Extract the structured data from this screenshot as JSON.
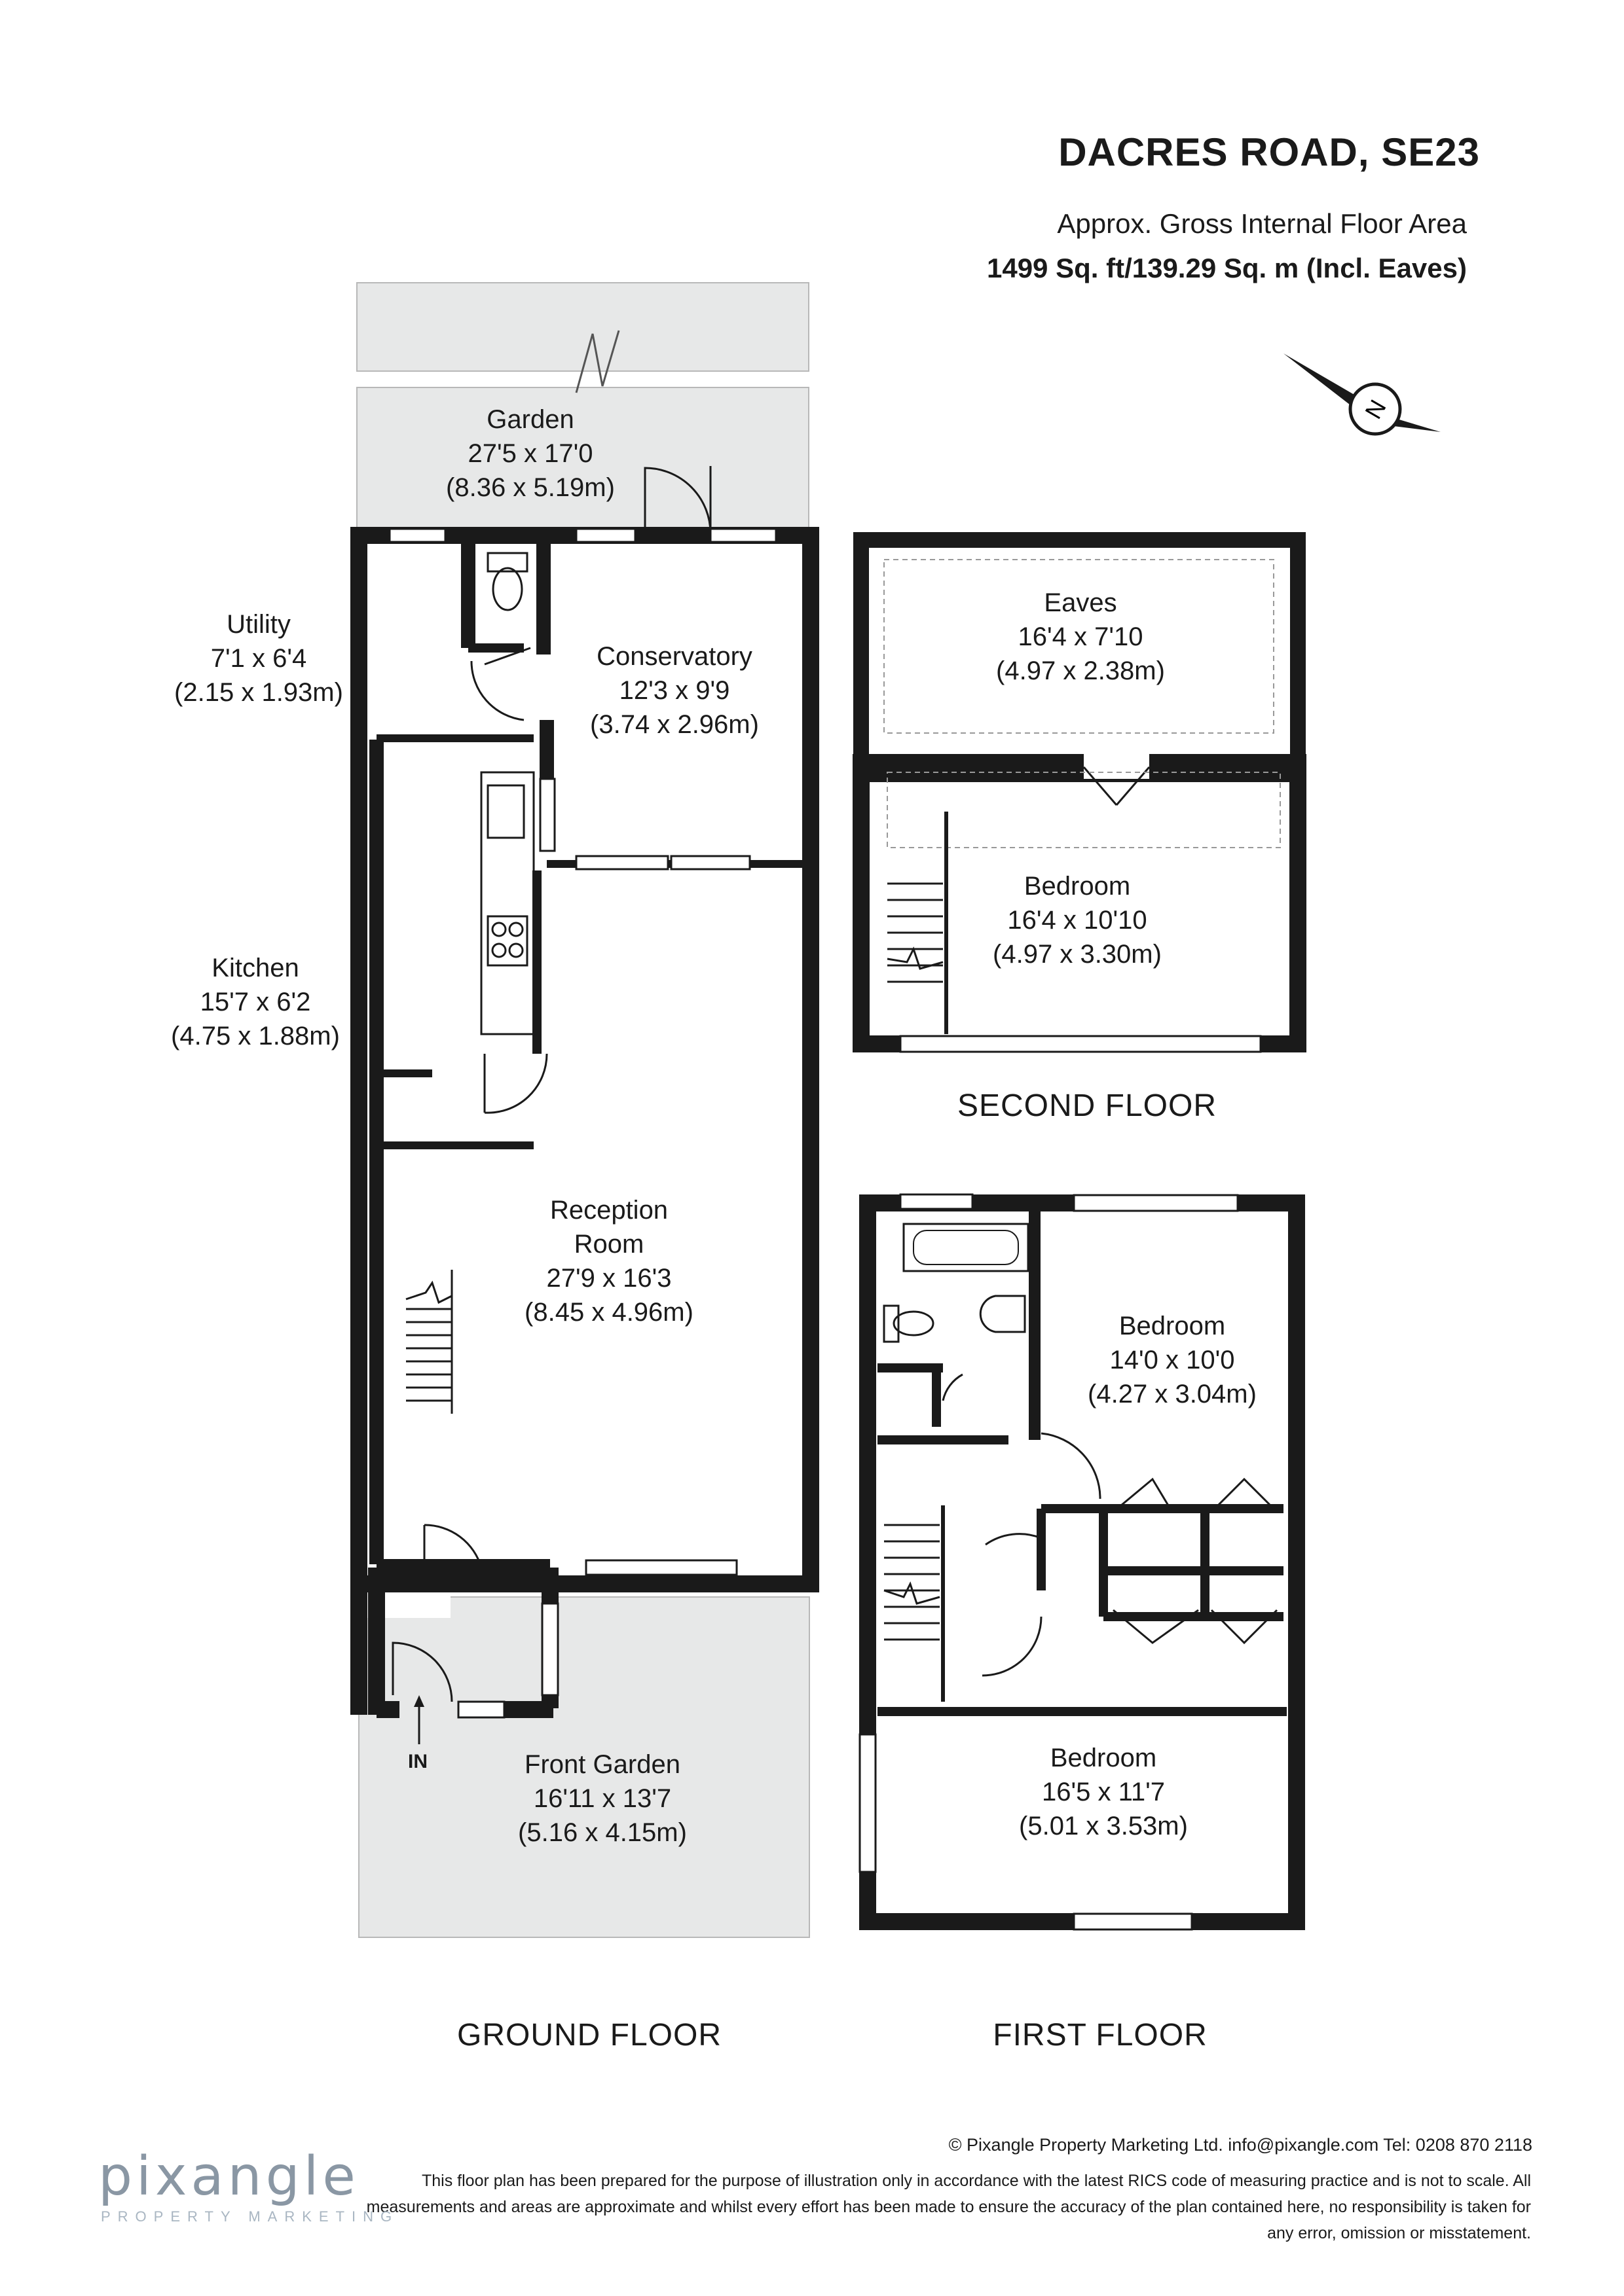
{
  "header": {
    "title": "DACRES ROAD, SE23",
    "area_caption": "Approx. Gross Internal Floor Area",
    "area_value": "1499 Sq. ft/139.29 Sq. m (Incl. Eaves)"
  },
  "compass": {
    "letter": "N"
  },
  "ground_floor": {
    "label": "GROUND FLOOR",
    "entrance": "IN",
    "rooms": {
      "garden": {
        "name": "Garden",
        "imperial": "27'5 x 17'0",
        "metric": "(8.36 x 5.19m)"
      },
      "utility": {
        "name": "Utility",
        "imperial": "7'1 x 6'4",
        "metric": "(2.15 x 1.93m)"
      },
      "conservatory": {
        "name": "Conservatory",
        "imperial": "12'3 x 9'9",
        "metric": "(3.74 x 2.96m)"
      },
      "kitchen": {
        "name": "Kitchen",
        "imperial": "15'7 x 6'2",
        "metric": "(4.75 x 1.88m)"
      },
      "reception": {
        "name_line1": "Reception",
        "name_line2": "Room",
        "imperial": "27'9 x 16'3",
        "metric": "(8.45 x 4.96m)"
      },
      "front_garden": {
        "name": "Front Garden",
        "imperial": "16'11 x 13'7",
        "metric": "(5.16 x 4.15m)"
      }
    }
  },
  "second_floor": {
    "label": "SECOND FLOOR",
    "rooms": {
      "eaves": {
        "name": "Eaves",
        "imperial": "16'4 x 7'10",
        "metric": "(4.97 x 2.38m)"
      },
      "bedroom": {
        "name": "Bedroom",
        "imperial": "16'4 x 10'10",
        "metric": "(4.97 x 3.30m)"
      }
    }
  },
  "first_floor": {
    "label": "FIRST FLOOR",
    "rooms": {
      "bedroom_a": {
        "name": "Bedroom",
        "imperial": "14'0 x 10'0",
        "metric": "(4.27 x 3.04m)"
      },
      "bedroom_b": {
        "name": "Bedroom",
        "imperial": "16'5 x 11'7",
        "metric": "(5.01 x 3.53m)"
      }
    }
  },
  "footer": {
    "credit": "© Pixangle Property Marketing Ltd. info@pixangle.com Tel: 0208 870 2118",
    "disclaimer": "This floor plan has been prepared for the purpose of illustration only in accordance with the latest RICS code of measuring practice and is not to scale. All measurements and areas are approximate and whilst every effort has been made to ensure the accuracy of the plan contained here, no responsibility is taken for any error, omission or misstatement.",
    "logo": "pixangle",
    "logo_tagline": "PROPERTY MARKETING"
  },
  "colors": {
    "wall": "#1a1a1a",
    "garden_fill": "#e7e8e8",
    "logo": "#8a97a4"
  }
}
